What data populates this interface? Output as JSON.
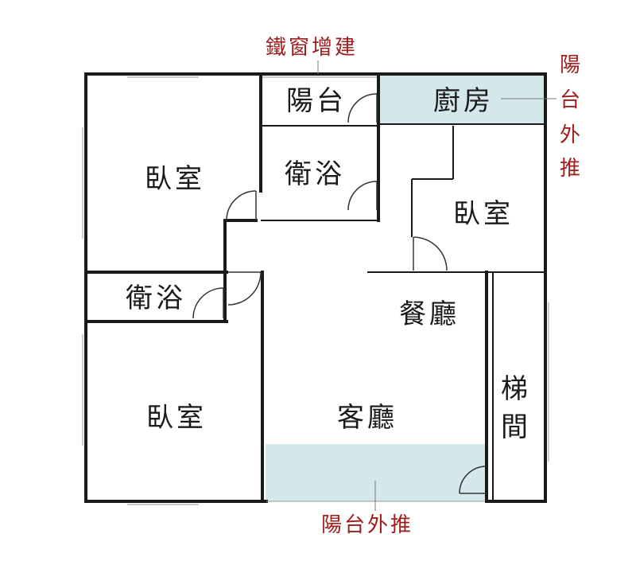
{
  "colors": {
    "wall": "#1a1a1a",
    "note_text": "#a01e1e",
    "highlight_fill": "#d4e8ec"
  },
  "rooms": {
    "bedroom_top_left": "臥室",
    "bath_upper": "衛浴",
    "balcony_top": "陽台",
    "kitchen": "廚房",
    "bedroom_right": "臥室",
    "bath_left": "衛浴",
    "dining": "餐廳",
    "stairs_char1": "梯",
    "stairs_char2": "間",
    "bedroom_bottom_left": "臥室",
    "living": "客廳"
  },
  "annotations": {
    "top": "鐵窗增建",
    "right_1": "陽",
    "right_2": "台",
    "right_3": "外",
    "right_4": "推",
    "bottom": "陽台外推"
  }
}
